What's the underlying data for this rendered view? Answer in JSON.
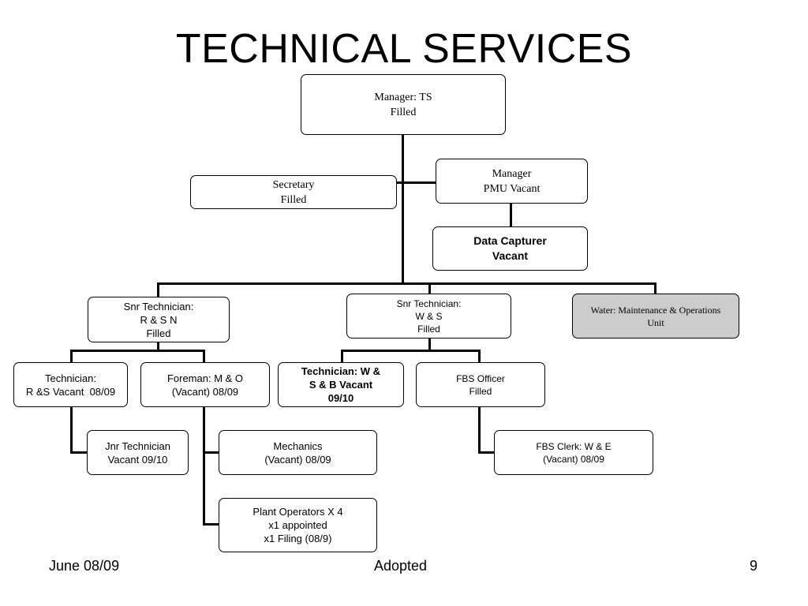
{
  "title": "TECHNICAL SERVICES",
  "boxes": {
    "manager_ts": [
      "Manager: TS",
      "Filled"
    ],
    "secretary": [
      "Secretary",
      "Filled"
    ],
    "manager_pmu": [
      "Manager",
      "PMU Vacant"
    ],
    "data_capturer": [
      "Data Capturer",
      "Vacant"
    ],
    "snr_tech_rsn": [
      "Snr Technician:",
      "R & S N",
      "Filled"
    ],
    "snr_tech_ws": [
      "Snr Technician:",
      "W & S",
      "Filled"
    ],
    "water_unit": [
      "Water: Maintenance  & Operations",
      "Unit"
    ],
    "technician_rs": [
      "Technician:",
      "R &S Vacant  08/09"
    ],
    "foreman": [
      "Foreman: M & O",
      "(Vacant) 08/09"
    ],
    "technician_wsb": [
      "Technician: W &",
      "S & B Vacant",
      "09/10"
    ],
    "fbs_officer": [
      "FBS Officer",
      "Filled"
    ],
    "jnr_technician": [
      "Jnr Technician",
      "Vacant 09/10"
    ],
    "mechanics": [
      "Mechanics",
      "(Vacant) 08/09"
    ],
    "plant_operators": [
      "Plant Operators X 4",
      "x1 appointed",
      "x1 Filing (08/9)"
    ],
    "fbs_clerk": [
      "FBS Clerk: W & E",
      "(Vacant) 08/09"
    ]
  },
  "footer": {
    "date": "June 08/09",
    "status": "Adopted",
    "page": "9"
  }
}
